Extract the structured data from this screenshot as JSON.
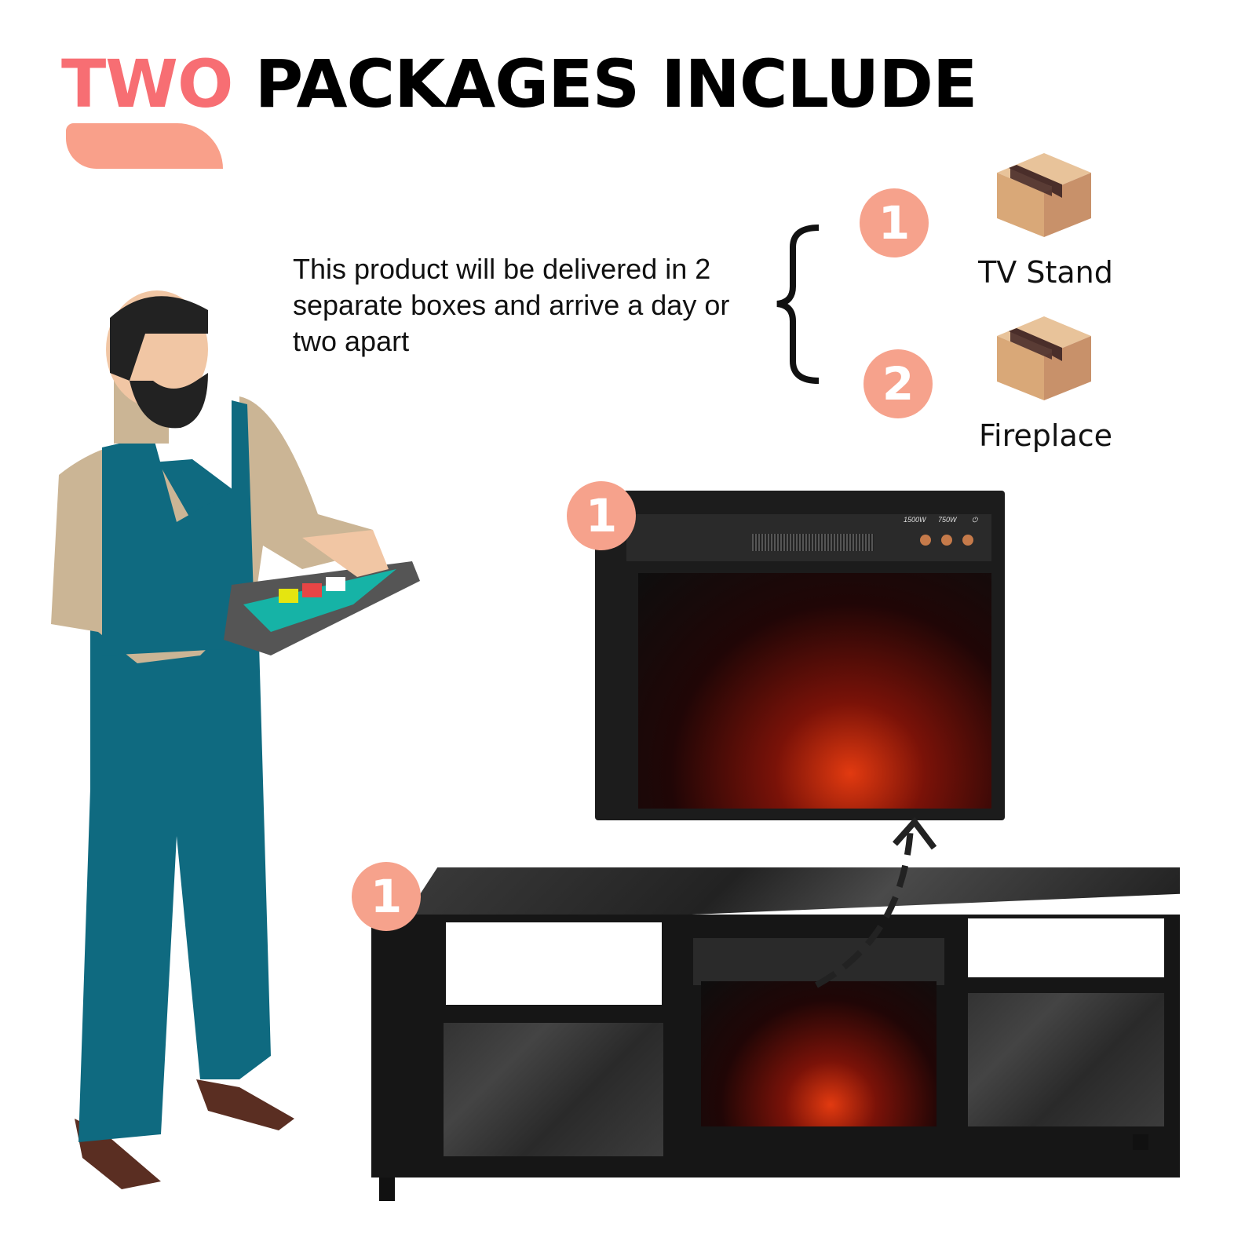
{
  "title": {
    "highlight": "TWO",
    "rest": "PACKAGES INCLUDE"
  },
  "description": "This product will be delivered in 2 separate boxes and arrive a day or two apart",
  "packages": [
    {
      "number": "1",
      "label": "TV Stand",
      "icon": "cardboard-box-icon"
    },
    {
      "number": "2",
      "label": "Fireplace",
      "icon": "cardboard-box-icon"
    }
  ],
  "product_markers": {
    "fireplace": "1",
    "tv_stand": "1"
  },
  "fireplace_controls": {
    "power_high": "1500W",
    "power_low": "750W",
    "power_icon": "power-icon"
  },
  "colors": {
    "accent_red": "#f76e73",
    "accent_peach": "#f6a28c",
    "overalls": "#0f6a80",
    "shirt": "#cbb595"
  }
}
